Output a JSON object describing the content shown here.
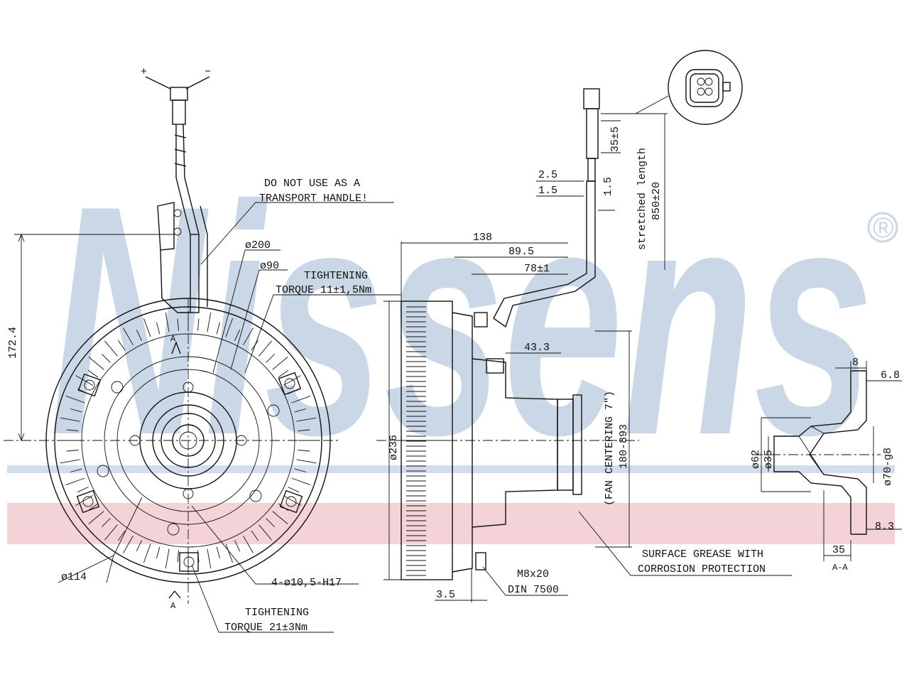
{
  "watermark": {
    "brand_text": "Nissens",
    "registered_mark": "®",
    "colors": {
      "brand_blue": "#c9d7e6",
      "band_blue": "#d3dceb",
      "band_red": "#f3d2d8"
    }
  },
  "connector": {
    "plus": "+",
    "minus": "−"
  },
  "notes": {
    "transport_line1": "DO NOT USE AS A",
    "transport_line2": "TRANSPORT HANDLE!",
    "torque_top_line1": "TIGHTENING",
    "torque_top_line2": "TORQUE  11±1,5Nm",
    "torque_bottom_line1": "TIGHTENING",
    "torque_bottom_line2": "TORQUE  21±3Nm",
    "grease_line1": "SURFACE GREASE WITH",
    "grease_line2": "CORROSION PROTECTION",
    "bolt_line1": "M8x20",
    "bolt_line2": "DIN 7500",
    "fan_centering_line1": "(FAN CENTERING 7\")",
    "fan_centering_line2": "180-893",
    "stretched_line1": "stretched length",
    "stretched_line2": "850±20",
    "section_label": "A-A",
    "section_marker": "A"
  },
  "dimensions": {
    "height_172": "172.4",
    "dia_200": "ø200",
    "dia_90": "ø90",
    "dia_114": "ø114",
    "holes": "4-ø10,5-H17",
    "d138": "138",
    "d89_5": "89.5",
    "d78": "78±1",
    "d43_3": "43.3",
    "dia_236": "ø236",
    "d3_5": "3.5",
    "d2_5": "2.5",
    "d1_5_left": "1.5",
    "d1_5_right": "1.5",
    "d35_5": "35±5",
    "d8": "8",
    "d6_8": "6.8",
    "dia_62": "ø62",
    "dia_35": "ø35",
    "dia_70": "ø70-g8",
    "d8_3": "8.3",
    "d35": "35"
  }
}
